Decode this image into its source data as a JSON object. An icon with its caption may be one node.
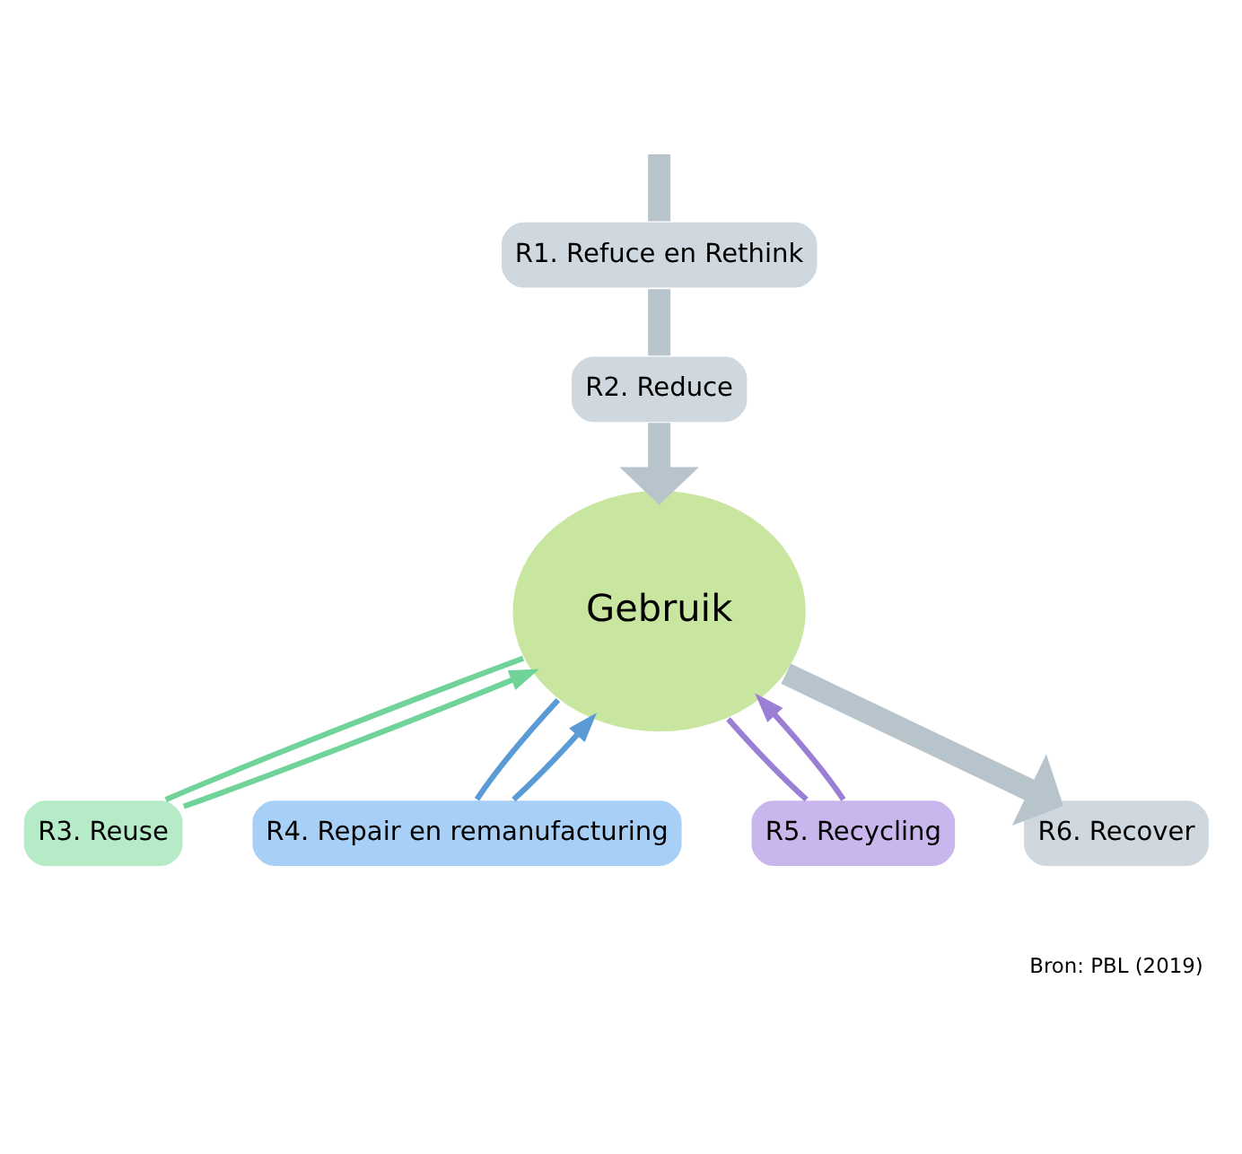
{
  "diagram": {
    "nodes": [
      {
        "text": [
          "R1. Refuce en Rethink"
        ]
      },
      {
        "text": [
          "R2. Reduce"
        ]
      },
      {
        "text": [
          "Gebruik"
        ]
      },
      {
        "text": [
          "R3. Reuse"
        ]
      },
      {
        "text": [
          "R4. Repair en remanufacturing"
        ]
      },
      {
        "text": [
          "R5. Recycling"
        ]
      },
      {
        "text": [
          "R6. Recover"
        ]
      }
    ],
    "edges": [
      {
        "from": null,
        "to": 0,
        "arrow": "none",
        "style": "thick",
        "color": "#b8c4cc"
      },
      {
        "from": 0,
        "to": 1,
        "arrow": "none",
        "style": "thick",
        "color": "#b8c4cc"
      },
      {
        "from": 1,
        "to": 2,
        "arrow": "to",
        "style": "thick",
        "color": "#b8c4cc"
      },
      {
        "from": 2,
        "to": 3,
        "arrow": "none",
        "color": "#6fd39a"
      },
      {
        "from": 3,
        "to": 2,
        "arrow": "to",
        "color": "#6fd39a"
      },
      {
        "from": 2,
        "to": 4,
        "arrow": "none",
        "color": "#5b9bd5"
      },
      {
        "from": 4,
        "to": 2,
        "arrow": "to",
        "color": "#5b9bd5"
      },
      {
        "from": 2,
        "to": 5,
        "arrow": "none",
        "color": "#9b7fd4"
      },
      {
        "from": 5,
        "to": 2,
        "arrow": "to",
        "color": "#9b7fd4"
      },
      {
        "from": 2,
        "to": 6,
        "arrow": "to",
        "style": "thick",
        "color": "#b8c4cc"
      }
    ],
    "labels": [
      "Bron: PBL (2019)"
    ]
  }
}
